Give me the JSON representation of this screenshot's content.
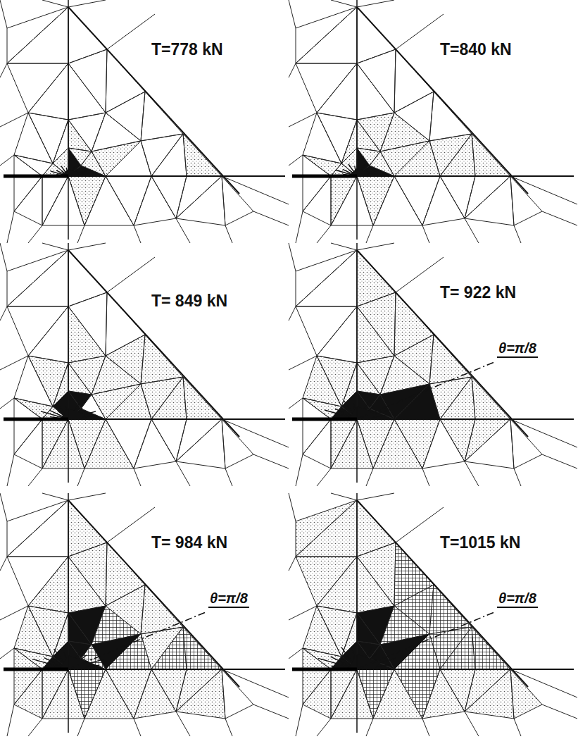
{
  "diagram": {
    "labels": [
      "T=778 kN",
      "T=840 kN",
      "T= 849 kN",
      "T= 922 kN",
      "T= 984 kN",
      "T=1015 kN",
      "θ=π/8",
      "θ=π/8",
      "θ=π/8"
    ]
  }
}
